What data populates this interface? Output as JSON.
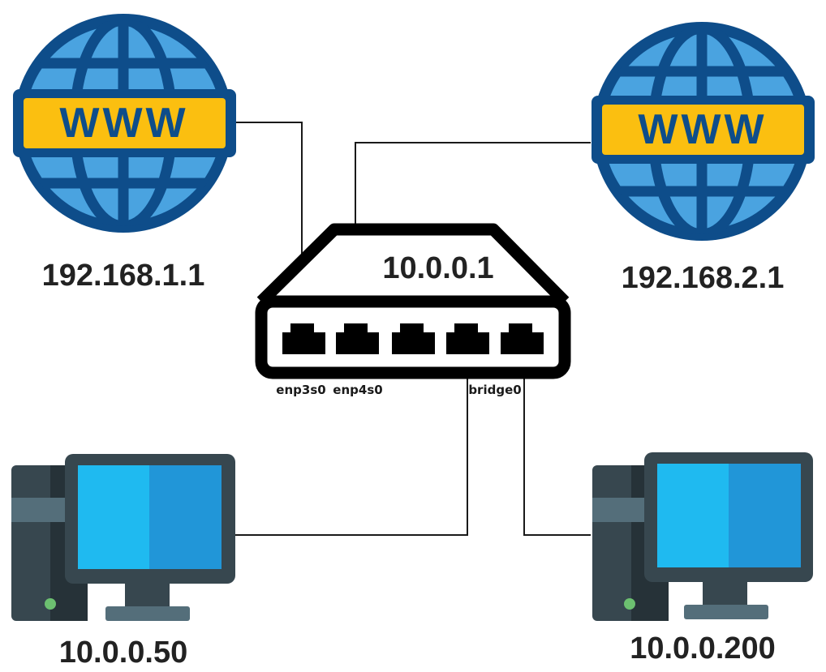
{
  "nodes": {
    "internet_left": {
      "ip": "192.168.1.1",
      "badge": "WWW",
      "icon": "globe-www-icon"
    },
    "internet_right": {
      "ip": "192.168.2.1",
      "badge": "WWW",
      "icon": "globe-www-icon"
    },
    "switch": {
      "ip": "10.0.0.1",
      "icon": "network-switch-icon"
    },
    "pc_left": {
      "ip": "10.0.0.50",
      "icon": "desktop-computer-icon"
    },
    "pc_right": {
      "ip": "10.0.0.200",
      "icon": "desktop-computer-icon"
    }
  },
  "interfaces": {
    "port1": "enp3s0",
    "port2": "enp4s0",
    "port45": "bridge0"
  },
  "colors": {
    "globe_dark": "#0e4d8a",
    "globe_light": "#4aa3e0",
    "badge_yellow": "#fbbf10",
    "pc_case": "#37474f",
    "pc_case_dark": "#263238",
    "screen_left": "#1fbaf0",
    "screen_right": "#2196d8",
    "power_led": "#6cc070"
  }
}
